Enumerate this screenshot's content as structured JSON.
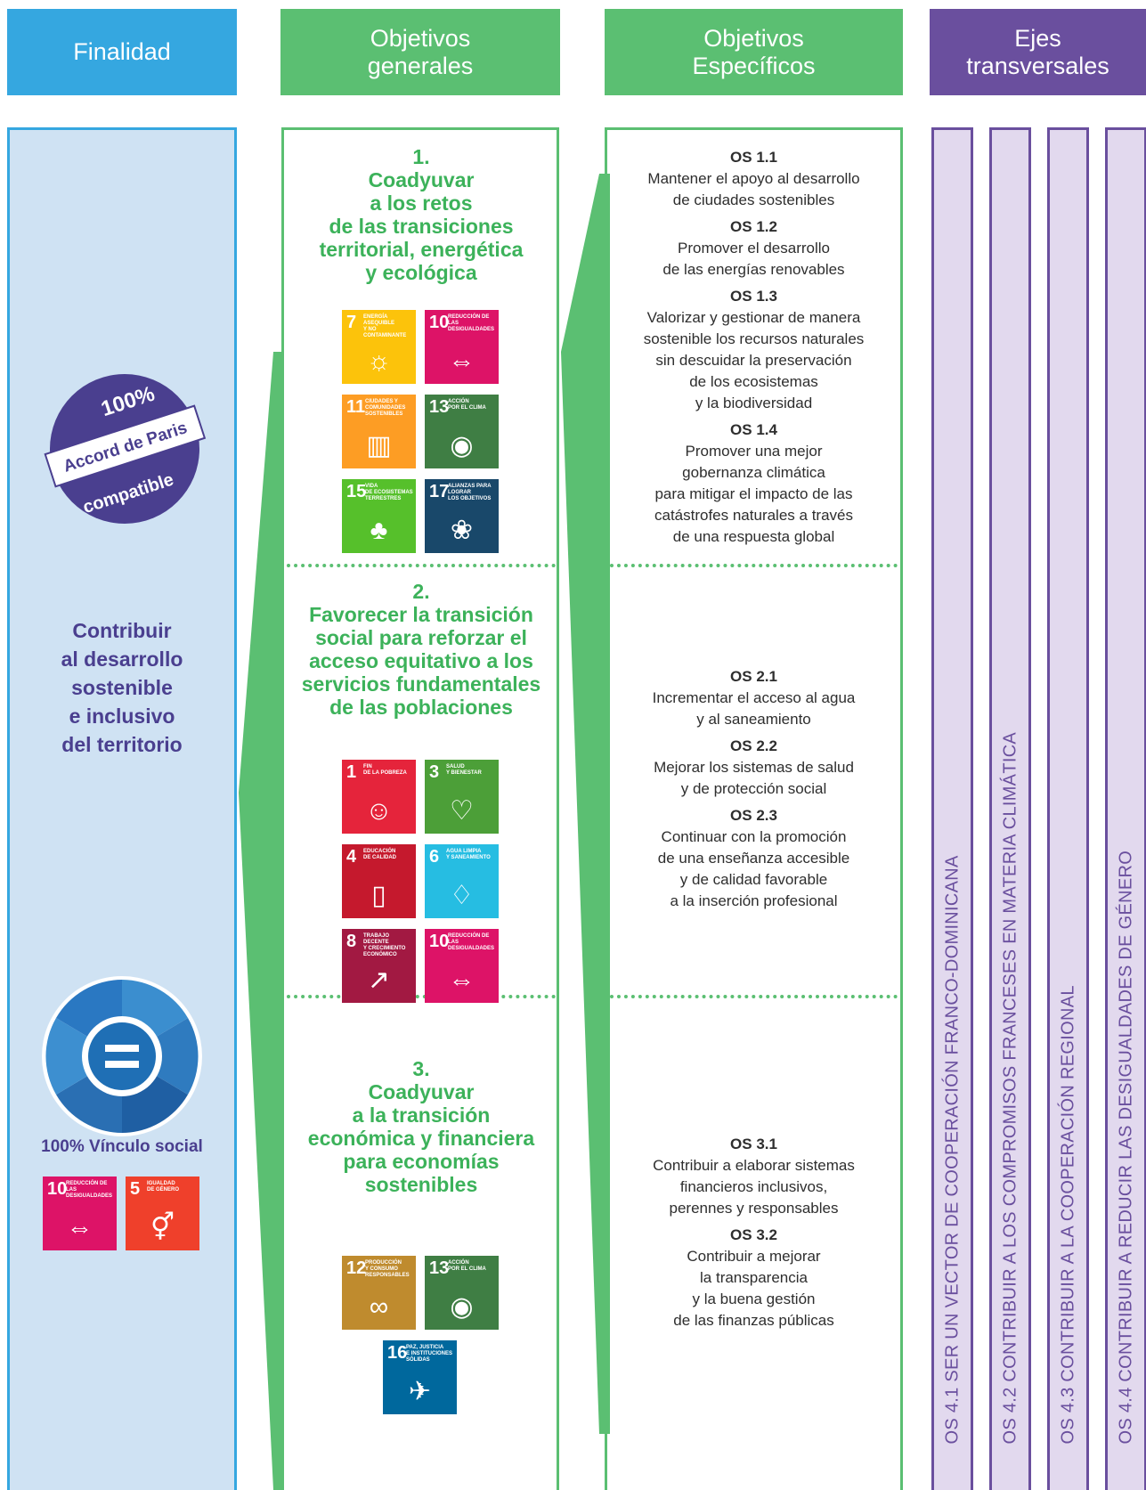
{
  "headers": {
    "finalidad": "Finalidad",
    "objetivos_generales": "Objetivos\ngenerales",
    "objetivos_especificos": "Objetivos\nEspecíficos",
    "ejes_transversales": "Ejes\ntransversales"
  },
  "finalidad": {
    "badge_top": "100%",
    "badge_middle": "Accord de Paris",
    "badge_bottom": "compatible",
    "text": "Contribuir\nal desarrollo\nsostenible\ne inclusivo\ndel territorio",
    "vinculo": "100% Vínculo social",
    "sdgs": [
      {
        "num": "10",
        "label": "REDUCCIÓN DE LAS\nDESIGUALDADES",
        "color": "#dd1367",
        "icon": "equality-arrows-icon"
      },
      {
        "num": "5",
        "label": "IGUALDAD\nDE GÉNERO",
        "color": "#ef402b",
        "icon": "gender-symbol-icon"
      }
    ]
  },
  "objetivos_generales": [
    {
      "number": "1.",
      "title": "Coadyuvar\na los retos\nde las transiciones\nterritorial, energética\ny ecológica",
      "sdgs": [
        {
          "num": "7",
          "label": "ENERGÍA ASEQUIBLE\nY NO CONTAMINANTE",
          "color": "#fcc30b",
          "icon": "sun-icon"
        },
        {
          "num": "10",
          "label": "REDUCCIÓN DE LAS\nDESIGUALDADES",
          "color": "#dd1367",
          "icon": "equality-arrows-icon"
        },
        {
          "num": "11",
          "label": "CIUDADES Y\nCOMUNIDADES\nSOSTENIBLES",
          "color": "#fd9d24",
          "icon": "city-icon"
        },
        {
          "num": "13",
          "label": "ACCIÓN\nPOR EL CLIMA",
          "color": "#3f7e44",
          "icon": "eye-earth-icon"
        },
        {
          "num": "15",
          "label": "VIDA\nDE ECOSISTEMAS\nTERRESTRES",
          "color": "#56c02b",
          "icon": "tree-icon"
        },
        {
          "num": "17",
          "label": "ALIANZAS PARA\nLOGRAR\nLOS OBJETIVOS",
          "color": "#19486a",
          "icon": "flower-rings-icon"
        }
      ]
    },
    {
      "number": "2.",
      "title": "Favorecer la transición\nsocial para reforzar el\nacceso equitativo a los\nservicios fundamentales\nde las poblaciones",
      "sdgs": [
        {
          "num": "1",
          "label": "FIN\nDE LA POBREZA",
          "color": "#e5243b",
          "icon": "family-icon"
        },
        {
          "num": "3",
          "label": "SALUD\nY BIENESTAR",
          "color": "#4c9f38",
          "icon": "heartbeat-icon"
        },
        {
          "num": "4",
          "label": "EDUCACIÓN\nDE CALIDAD",
          "color": "#c5192d",
          "icon": "book-icon"
        },
        {
          "num": "6",
          "label": "AGUA LIMPIA\nY SANEAMIENTO",
          "color": "#26bde2",
          "icon": "water-drop-icon"
        },
        {
          "num": "8",
          "label": "TRABAJO DECENTE\nY CRECIMIENTO\nECONÓMICO",
          "color": "#a21942",
          "icon": "growth-chart-icon"
        },
        {
          "num": "10",
          "label": "REDUCCIÓN DE LAS\nDESIGUALDADES",
          "color": "#dd1367",
          "icon": "equality-arrows-icon"
        }
      ]
    },
    {
      "number": "3.",
      "title": "Coadyuvar\na la transición\neconómica y financiera\npara economías\nsostenibles",
      "sdgs": [
        {
          "num": "12",
          "label": "PRODUCCIÓN\nY CONSUMO\nRESPONSABLES",
          "color": "#bf8b2e",
          "icon": "infinity-icon"
        },
        {
          "num": "13",
          "label": "ACCIÓN\nPOR EL CLIMA",
          "color": "#3f7e44",
          "icon": "eye-earth-icon"
        },
        {
          "num": "16",
          "label": "PAZ, JUSTICIA\nE INSTITUCIONES\nSÓLIDAS",
          "color": "#00689d",
          "icon": "dove-icon"
        }
      ]
    }
  ],
  "objetivos_especificos": [
    [
      {
        "code": "OS 1.1",
        "text": "Mantener el apoyo al desarrollo\nde ciudades sostenibles"
      },
      {
        "code": "OS 1.2",
        "text": "Promover el desarrollo\nde las energías renovables"
      },
      {
        "code": "OS 1.3",
        "text": "Valorizar y gestionar de manera\nsostenible los recursos naturales\nsin descuidar la preservación\nde los ecosistemas\ny la biodiversidad"
      },
      {
        "code": "OS 1.4",
        "text": "Promover una mejor\ngobernanza climática\npara mitigar el impacto de las\ncatástrofes naturales a través\nde una respuesta global"
      }
    ],
    [
      {
        "code": "OS 2.1",
        "text": "Incrementar el acceso al agua\ny al saneamiento"
      },
      {
        "code": "OS 2.2",
        "text": "Mejorar los sistemas de salud\ny de protección social"
      },
      {
        "code": "OS 2.3",
        "text": "Continuar con la promoción\nde una enseñanza accesible\ny de calidad favorable\na la inserción profesional"
      }
    ],
    [
      {
        "code": "OS 3.1",
        "text": "Contribuir a elaborar sistemas\nfinancieros inclusivos,\nperennes y responsables"
      },
      {
        "code": "OS 3.2",
        "text": "Contribuir a mejorar\nla transparencia\ny la buena gestión\nde las finanzas públicas"
      }
    ]
  ],
  "ejes_transversales": [
    "OS 4.1 SER UN VECTOR DE COOPERACIÓN FRANCO-DOMINICANA",
    "OS 4.2 CONTRIBUIR A LOS COMPROMISOS FRANCESES EN MATERIA CLIMÁTICA",
    "OS 4.3 CONTRIBUIR A LA COOPERACIÓN REGIONAL",
    "OS 4.4 CONTRIBUIR A REDUCIR LAS DESIGUALDADES DE GÉNERO"
  ],
  "colors": {
    "finalidad": "#35a7e0",
    "objetivos": "#5bbf72",
    "ejes": "#6a4f9e",
    "finalidad_fill": "#cfe2f3",
    "ejes_fill": "#e2d9ee",
    "finalidad_text": "#4a3f8f"
  }
}
